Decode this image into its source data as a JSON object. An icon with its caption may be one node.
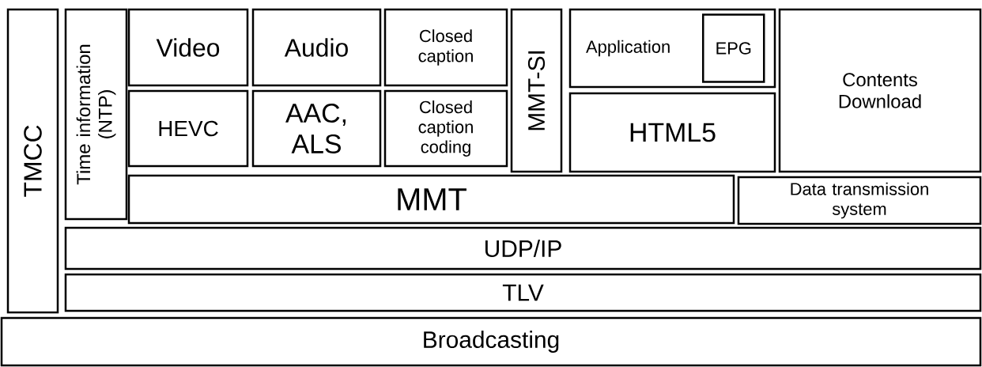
{
  "diagram": {
    "nodes": [
      {
        "text": [
          "TMCC"
        ]
      },
      {
        "text": [
          "Time information (NTP)"
        ]
      },
      {
        "text": [
          "Video"
        ]
      },
      {
        "text": [
          "Audio"
        ]
      },
      {
        "text": [
          "Closed caption"
        ]
      },
      {
        "text": [
          "MMT-SI"
        ]
      },
      {
        "text": [
          "Application"
        ]
      },
      {
        "text": [
          "EPG"
        ],
        "in": 6
      },
      {
        "text": [
          "Contents Download"
        ]
      },
      {
        "text": [
          "HEVC"
        ]
      },
      {
        "text": [
          "AAC, ALS"
        ]
      },
      {
        "text": [
          "Closed caption coding"
        ]
      },
      {
        "text": [
          "HTML5"
        ]
      },
      {
        "text": [
          "MMT"
        ]
      },
      {
        "text": [
          "Data transmission system"
        ]
      },
      {
        "text": [
          "UDP/IP"
        ]
      },
      {
        "text": [
          "TLV"
        ]
      },
      {
        "text": [
          "Broadcasting"
        ]
      }
    ]
  }
}
